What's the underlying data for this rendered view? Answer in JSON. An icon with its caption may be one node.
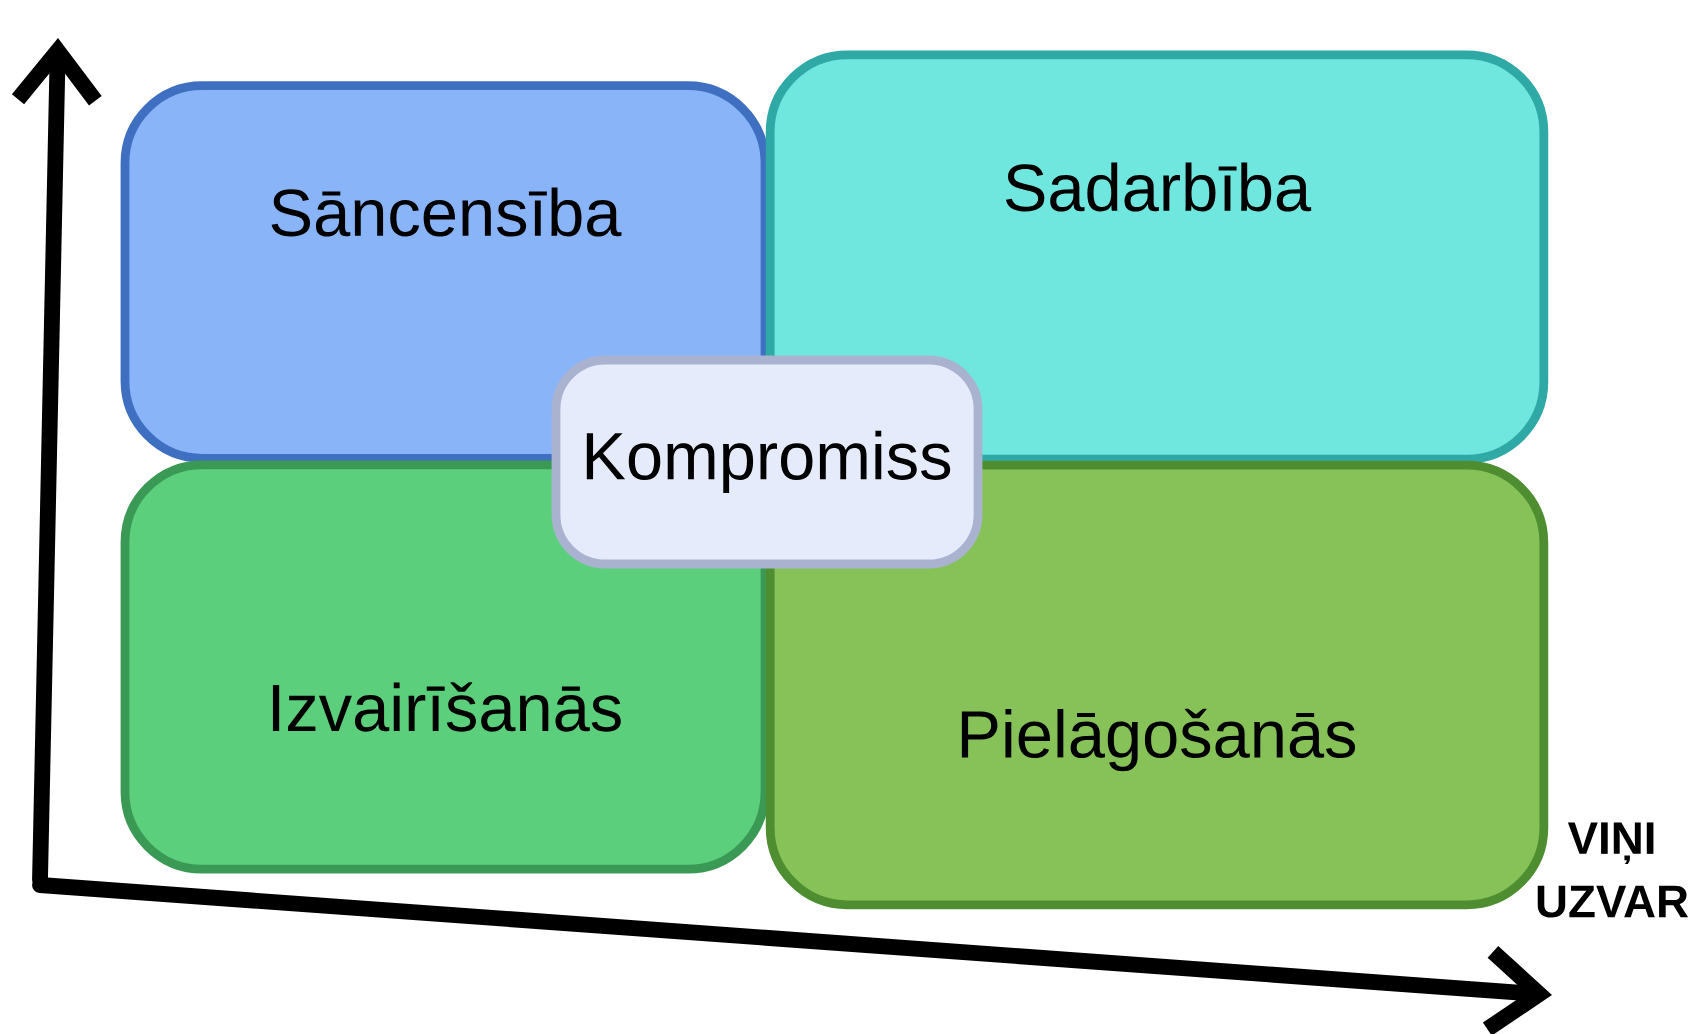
{
  "diagram": {
    "nodes": [
      {
        "text": [
          "Sāncensība"
        ]
      },
      {
        "text": [
          "Sadarbība"
        ]
      },
      {
        "text": [
          "Izvairīšanās"
        ]
      },
      {
        "text": [
          "Pielāgošanās"
        ]
      },
      {
        "text": [
          "Kompromiss"
        ]
      }
    ],
    "labels": [
      "VIŅI UZVAR"
    ]
  }
}
